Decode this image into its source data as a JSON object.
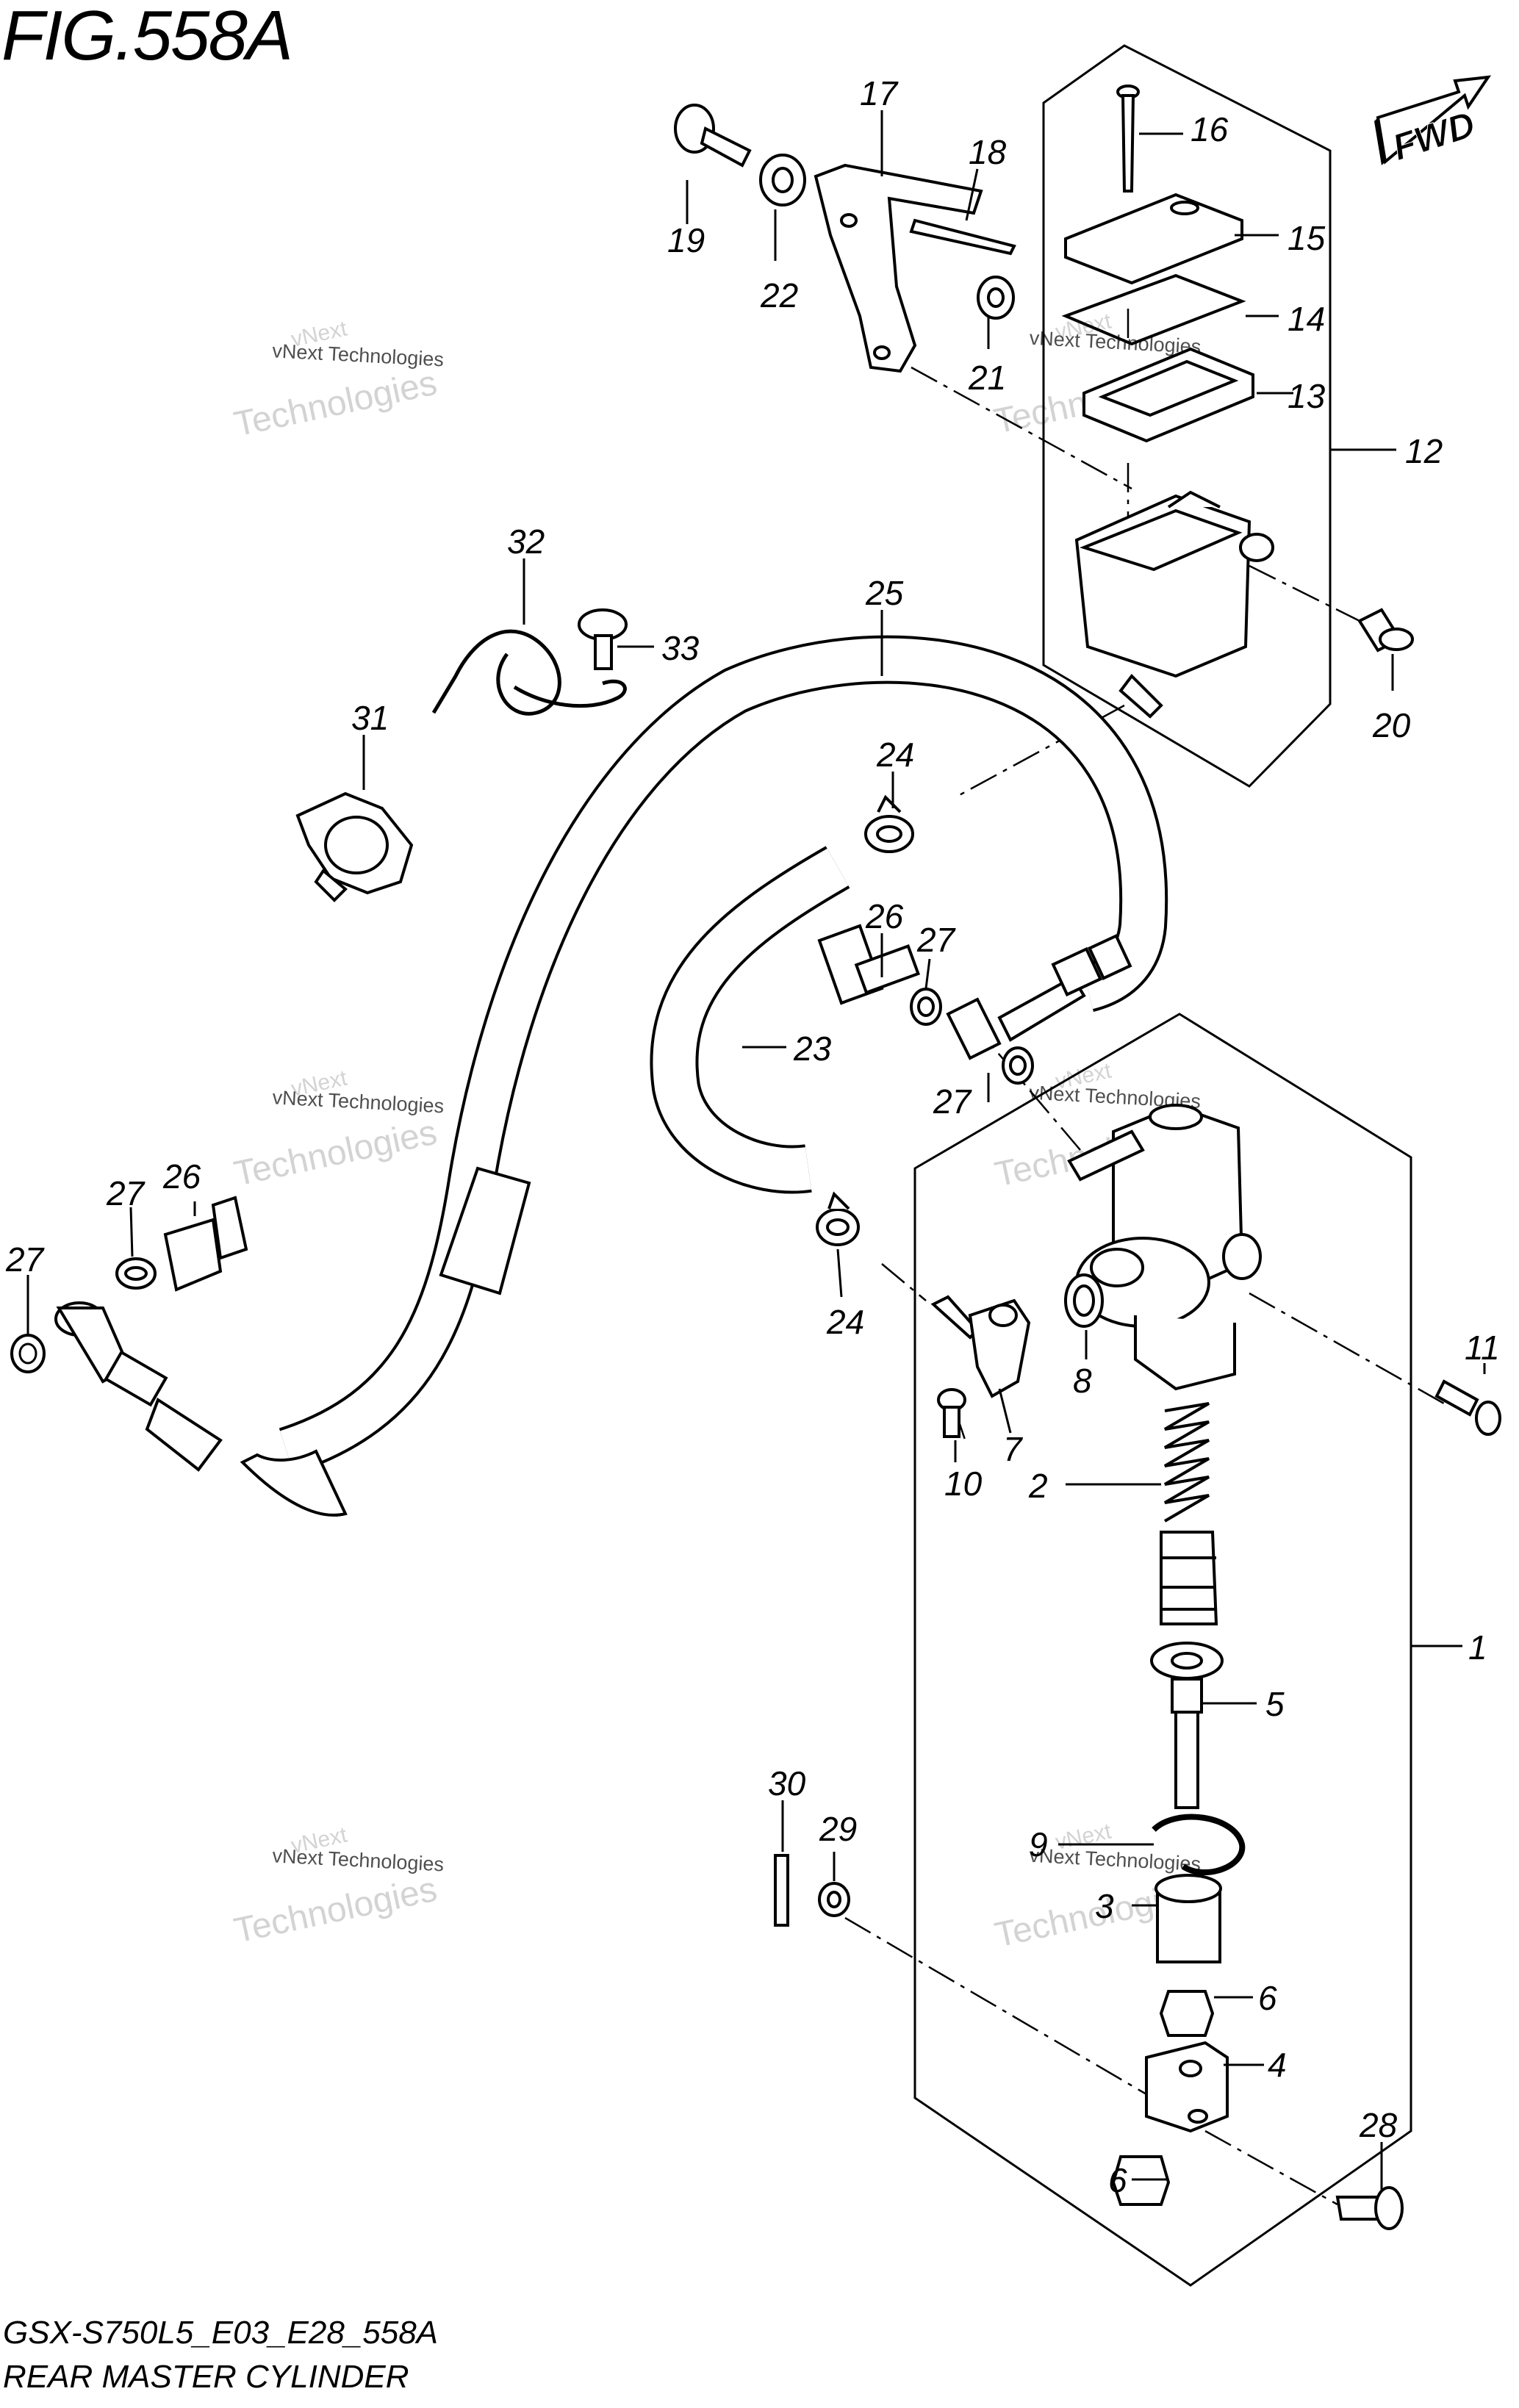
{
  "header": {
    "title": "FIG.558A"
  },
  "footer": {
    "model_code": "GSX-S750L5_E03_E28_558A",
    "subtitle": "REAR MASTER CYLINDER"
  },
  "direction_badge": "FWD",
  "watermark": {
    "line1": "vNext",
    "line2": "vNext Technologies",
    "line3": "Technologies"
  },
  "callouts": {
    "c1": "1",
    "c2": "2",
    "c3": "3",
    "c4": "4",
    "c5": "5",
    "c6a": "6",
    "c6b": "6",
    "c7": "7",
    "c8": "8",
    "c9": "9",
    "c10": "10",
    "c11": "11",
    "c12": "12",
    "c13": "13",
    "c14": "14",
    "c15": "15",
    "c16": "16",
    "c17": "17",
    "c18": "18",
    "c19": "19",
    "c20": "20",
    "c21": "21",
    "c22": "22",
    "c23": "23",
    "c24a": "24",
    "c24b": "24",
    "c25": "25",
    "c26a": "26",
    "c26b": "26",
    "c27a": "27",
    "c27b": "27",
    "c27c": "27",
    "c27d": "27",
    "c28": "28",
    "c29": "29",
    "c30": "30",
    "c31": "31",
    "c32": "32",
    "c33": "33"
  }
}
